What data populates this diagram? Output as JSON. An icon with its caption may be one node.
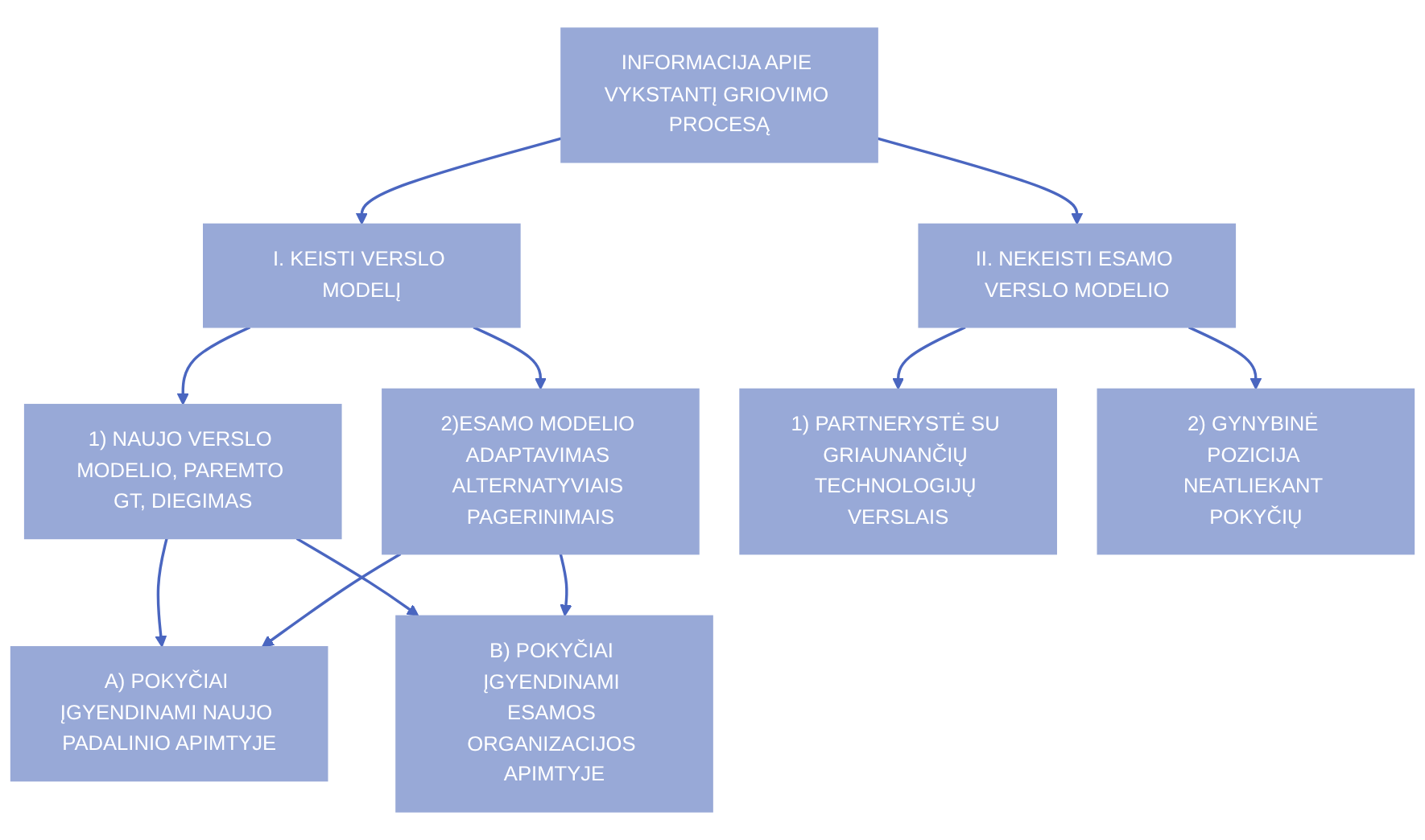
{
  "diagram": {
    "nodes": [
      {
        "text": [
          "INFORMACIJA APIE VYKSTANTĮ GRIOVIMO PROCESĄ"
        ]
      },
      {
        "text": [
          "I. KEISTI VERSLO MODELĮ"
        ]
      },
      {
        "text": [
          "II. NEKEISTI ESAMO VERSLO MODELIO"
        ]
      },
      {
        "text": [
          "1) NAUJO VERSLO MODELIO, PAREMTO GT, DIEGIMAS"
        ]
      },
      {
        "text": [
          "2)ESAMO MODELIO ADAPTAVIMAS ALTERNATYVIAIS PAGERINIMAIS"
        ]
      },
      {
        "text": [
          "1) PARTNERYSTĖ SU GRIAUNANČIŲ TECHNOLOGIJŲ VERSLAIS"
        ]
      },
      {
        "text": [
          "2) GYNYBINĖ POZICIJA NEATLIEKANT POKYČIŲ"
        ]
      },
      {
        "text": [
          "A) POKYČIAI ĮGYENDINAMI NAUJO PADALINIO APIMTYJE"
        ]
      },
      {
        "text": [
          "B) POKYČIAI ĮGYENDINAMI ESAMOS ORGANIZACIJOS APIMTYJE"
        ]
      }
    ],
    "edges": [
      {
        "from": 0,
        "to": 1,
        "arrow": "to"
      },
      {
        "from": 0,
        "to": 2,
        "arrow": "to"
      },
      {
        "from": 1,
        "to": 3,
        "arrow": "to"
      },
      {
        "from": 1,
        "to": 4,
        "arrow": "to"
      },
      {
        "from": 2,
        "to": 5,
        "arrow": "to"
      },
      {
        "from": 2,
        "to": 6,
        "arrow": "to"
      },
      {
        "from": 3,
        "to": 7,
        "arrow": "to"
      },
      {
        "from": 3,
        "to": 8,
        "arrow": "to"
      },
      {
        "from": 4,
        "to": 7,
        "arrow": "to"
      },
      {
        "from": 4,
        "to": 8,
        "arrow": "to"
      }
    ]
  }
}
